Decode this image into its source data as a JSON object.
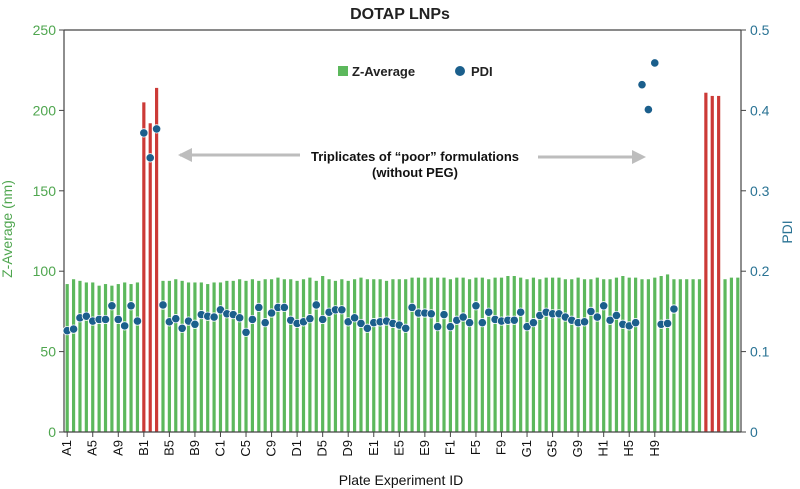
{
  "chart_data": {
    "type": "bar",
    "title": "DOTAP LNPs",
    "xlabel": "Plate Experiment ID",
    "ylabel": "Z-Average (nm)",
    "y2label": "PDI",
    "ylim": [
      0,
      250
    ],
    "y2lim": [
      0,
      0.5
    ],
    "yticks": [
      0,
      50,
      100,
      150,
      200,
      250
    ],
    "y2ticks": [
      0,
      0.1,
      0.2,
      0.3,
      0.4,
      0.5
    ],
    "grid": false,
    "legend_position": "top-center",
    "x_tick_labels": [
      "A1",
      "A5",
      "A9",
      "B1",
      "B5",
      "B9",
      "C1",
      "C5",
      "C9",
      "D1",
      "D5",
      "D9",
      "E1",
      "E5",
      "E9",
      "F1",
      "F5",
      "F9",
      "G1",
      "G5",
      "G9",
      "H1",
      "H5",
      "H9"
    ],
    "series": [
      {
        "name": "Z-Average",
        "kind": "bar",
        "axis": "left",
        "color": "#5cb85c",
        "values": [
          92,
          95,
          94,
          93,
          93,
          91,
          92,
          91,
          92,
          93,
          92,
          93,
          205,
          192,
          214,
          94,
          94,
          95,
          94,
          93,
          93,
          93,
          92,
          93,
          93,
          94,
          94,
          95,
          94,
          95,
          94,
          95,
          95,
          96,
          95,
          95,
          94,
          95,
          96,
          94,
          97,
          95,
          94,
          95,
          94,
          95,
          96,
          95,
          95,
          95,
          94,
          95,
          95,
          95,
          96,
          96,
          96,
          96,
          96,
          96,
          95,
          96,
          96,
          95,
          96,
          96,
          95,
          96,
          96,
          97,
          97,
          96,
          95,
          96,
          95,
          96,
          96,
          96,
          95,
          95,
          96,
          95,
          95,
          96,
          95,
          95,
          96,
          97,
          96,
          96,
          95,
          95,
          96,
          97,
          98,
          95,
          95,
          95,
          95,
          95,
          211,
          209,
          209,
          95,
          96,
          96
        ]
      },
      {
        "name": "PDI",
        "kind": "scatter",
        "axis": "right",
        "color": "#1b5f8c",
        "values": [
          0.126,
          0.128,
          0.142,
          0.144,
          0.138,
          0.14,
          0.14,
          0.157,
          0.14,
          0.132,
          0.157,
          0.138,
          0.372,
          0.341,
          0.377,
          0.158,
          0.137,
          0.141,
          0.129,
          0.138,
          0.134,
          0.146,
          0.144,
          0.143,
          0.152,
          0.147,
          0.146,
          0.142,
          0.124,
          0.14,
          0.155,
          0.136,
          0.148,
          0.155,
          0.155,
          0.139,
          0.135,
          0.137,
          0.141,
          0.158,
          0.14,
          0.149,
          0.152,
          0.152,
          0.137,
          0.142,
          0.135,
          0.129,
          0.136,
          0.137,
          0.138,
          0.135,
          0.133,
          0.129,
          0.155,
          0.148,
          0.148,
          0.147,
          0.131,
          0.146,
          0.131,
          0.139,
          0.143,
          0.136,
          0.157,
          0.136,
          0.149,
          0.14,
          0.138,
          0.139,
          0.139,
          0.149,
          0.131,
          0.136,
          0.145,
          0.149,
          0.147,
          0.147,
          0.143,
          0.139,
          0.136,
          0.137,
          0.15,
          0.143,
          0.157,
          0.139,
          0.145,
          0.134,
          0.132,
          0.136,
          0.432,
          0.401,
          0.459,
          0.134,
          0.135,
          0.153
        ]
      }
    ],
    "highlight_color": "#cc3a37",
    "annotation": {
      "lines": [
        "Triplicates of “poor” formulations",
        "(without PEG)"
      ]
    },
    "colors": {
      "left_axis": "#4fa64f",
      "right_axis": "#2a7394",
      "arrow": "#bdbdbd"
    }
  }
}
